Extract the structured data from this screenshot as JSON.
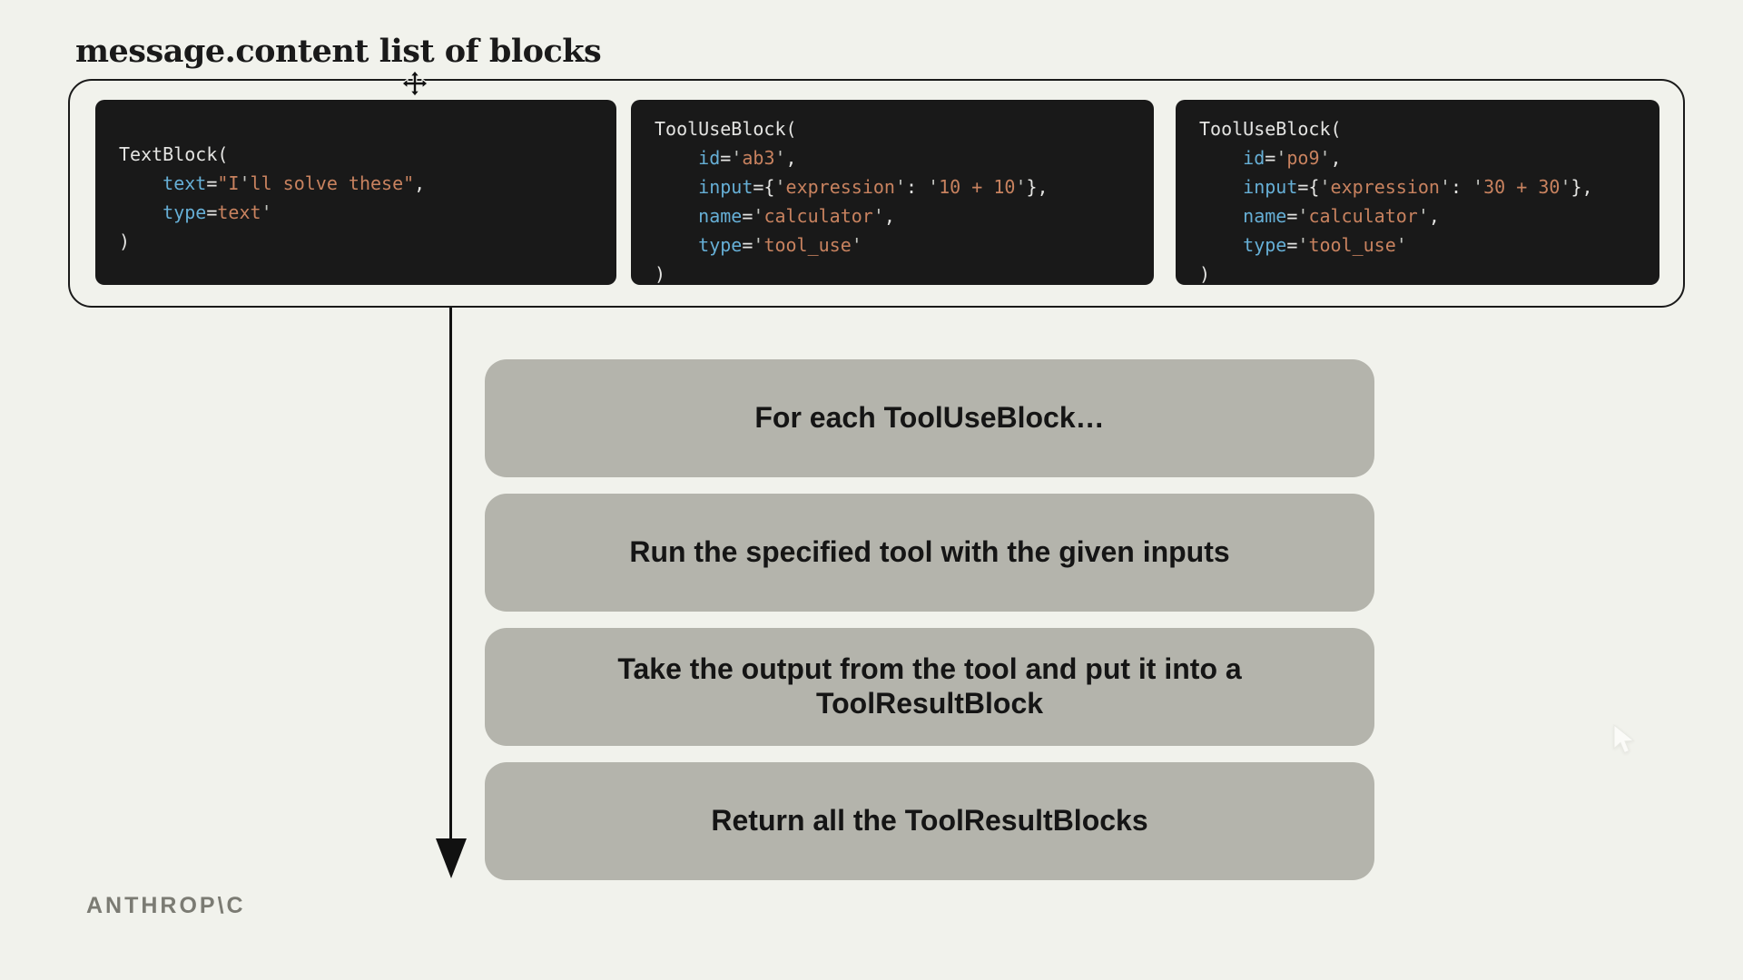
{
  "title": "message.content list of blocks",
  "logo_text": "ANTHROP\\C",
  "colors": {
    "background": "#f1f2ec",
    "code_bg": "#191919",
    "code_default": "#e4e4e2",
    "code_key_blue": "#66afd6",
    "code_string_orange": "#c8825f",
    "code_quote_gray": "#c2c4bf",
    "step_box_bg": "#b4b4ac",
    "step_text": "#151515",
    "border_dark": "#1a1a1a",
    "logo_gray": "#7b7b73"
  },
  "code_blocks": [
    {
      "name": "text-block",
      "lines": [
        [
          [
            "TextBlock(",
            "d"
          ]
        ],
        [
          [
            "    ",
            "d"
          ],
          [
            "text",
            "b"
          ],
          [
            "=",
            "d"
          ],
          [
            "\"I",
            "o"
          ],
          [
            "'",
            "q"
          ],
          [
            "ll solve these\"",
            "o"
          ],
          [
            ",",
            "d"
          ]
        ],
        [
          [
            "    ",
            "d"
          ],
          [
            "type",
            "b"
          ],
          [
            "=",
            "d"
          ],
          [
            "text",
            "o"
          ],
          [
            "'",
            "q"
          ]
        ],
        [
          [
            ")",
            "d"
          ]
        ]
      ]
    },
    {
      "name": "tool-use-block-ab3",
      "lines": [
        [
          [
            "ToolUseBlock(",
            "d"
          ]
        ],
        [
          [
            "    ",
            "d"
          ],
          [
            "id",
            "b"
          ],
          [
            "=",
            "d"
          ],
          [
            "'",
            "q"
          ],
          [
            "ab3",
            "o"
          ],
          [
            "'",
            "q"
          ],
          [
            ",",
            "d"
          ]
        ],
        [
          [
            "    ",
            "d"
          ],
          [
            "input",
            "b"
          ],
          [
            "={",
            "d"
          ],
          [
            "'",
            "q"
          ],
          [
            "expression",
            "o"
          ],
          [
            "'",
            "q"
          ],
          [
            ": ",
            "d"
          ],
          [
            "'",
            "q"
          ],
          [
            "10 + 10",
            "o"
          ],
          [
            "'",
            "q"
          ],
          [
            "},",
            "d"
          ]
        ],
        [
          [
            "    ",
            "d"
          ],
          [
            "name",
            "b"
          ],
          [
            "=",
            "d"
          ],
          [
            "'",
            "q"
          ],
          [
            "calculator",
            "o"
          ],
          [
            "'",
            "q"
          ],
          [
            ",",
            "d"
          ]
        ],
        [
          [
            "    ",
            "d"
          ],
          [
            "type",
            "b"
          ],
          [
            "=",
            "d"
          ],
          [
            "'",
            "q"
          ],
          [
            "tool_use",
            "o"
          ],
          [
            "'",
            "q"
          ]
        ],
        [
          [
            ")",
            "d"
          ]
        ]
      ]
    },
    {
      "name": "tool-use-block-po9",
      "lines": [
        [
          [
            "ToolUseBlock(",
            "d"
          ]
        ],
        [
          [
            "    ",
            "d"
          ],
          [
            "id",
            "b"
          ],
          [
            "=",
            "d"
          ],
          [
            "'",
            "q"
          ],
          [
            "po9",
            "o"
          ],
          [
            "'",
            "q"
          ],
          [
            ",",
            "d"
          ]
        ],
        [
          [
            "    ",
            "d"
          ],
          [
            "input",
            "b"
          ],
          [
            "={",
            "d"
          ],
          [
            "'",
            "q"
          ],
          [
            "expression",
            "o"
          ],
          [
            "'",
            "q"
          ],
          [
            ": ",
            "d"
          ],
          [
            "'",
            "q"
          ],
          [
            "30 + 30",
            "o"
          ],
          [
            "'",
            "q"
          ],
          [
            "},",
            "d"
          ]
        ],
        [
          [
            "    ",
            "d"
          ],
          [
            "name",
            "b"
          ],
          [
            "=",
            "d"
          ],
          [
            "'",
            "q"
          ],
          [
            "calculator",
            "o"
          ],
          [
            "'",
            "q"
          ],
          [
            ",",
            "d"
          ]
        ],
        [
          [
            "    ",
            "d"
          ],
          [
            "type",
            "b"
          ],
          [
            "=",
            "d"
          ],
          [
            "'",
            "q"
          ],
          [
            "tool_use",
            "o"
          ],
          [
            "'",
            "q"
          ]
        ],
        [
          [
            ")",
            "d"
          ]
        ]
      ]
    }
  ],
  "steps": [
    {
      "label": "For each ToolUseBlock…"
    },
    {
      "label": "Run the specified tool with the given inputs"
    },
    {
      "label": "Take the output from the tool and put it into a ToolResultBlock"
    },
    {
      "label": "Return all the ToolResultBlocks"
    }
  ]
}
